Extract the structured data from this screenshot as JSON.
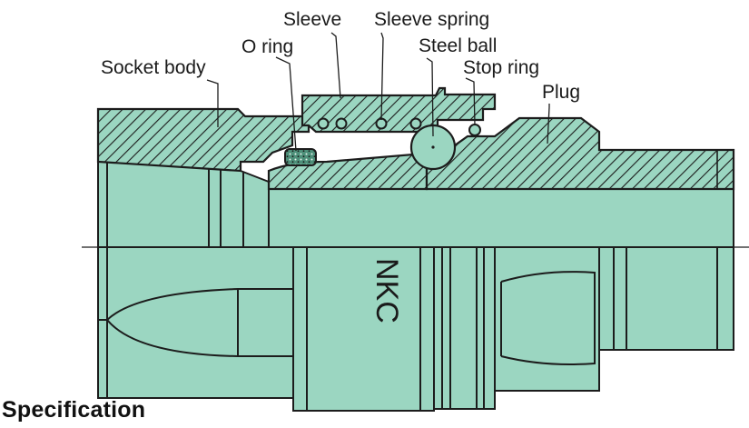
{
  "labels": {
    "socket_body": "Socket body",
    "o_ring": "O ring",
    "sleeve": "Sleeve",
    "sleeve_spring": "Sleeve spring",
    "steel_ball": "Steel ball",
    "stop_ring": "Stop ring",
    "plug": "Plug"
  },
  "engraving": "NKC",
  "section_heading": "Specification",
  "colors": {
    "part_fill": "#9bd6c1",
    "outline": "#1c1c1c",
    "hatch": "#1c1c1c",
    "o_ring_fill": "#2f6f5a"
  }
}
